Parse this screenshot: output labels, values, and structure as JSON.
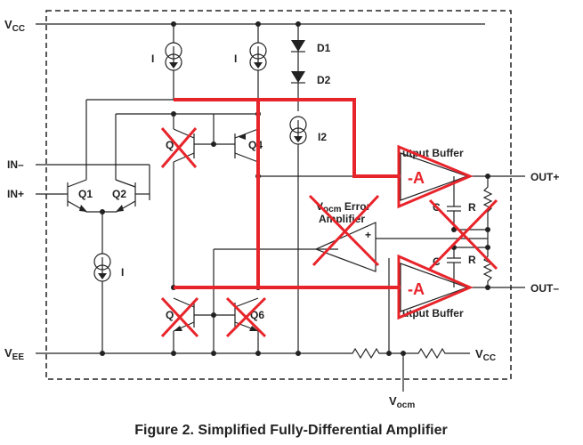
{
  "diagram": {
    "caption": "Figure 2.  Simplified Fully-Differential Amplifier",
    "rails": {
      "vcc_top": "V",
      "vcc_top_sub": "CC",
      "vee": "V",
      "vee_sub": "EE",
      "vcc_right": "V",
      "vcc_right_sub": "CC",
      "vocm": "V",
      "vocm_sub": "ocm"
    },
    "inputs": {
      "in_minus": "IN–",
      "in_plus": "IN+"
    },
    "outputs": {
      "out_plus": "OUT+",
      "out_minus": "OUT–"
    },
    "current_sources": {
      "i_left_top": "I",
      "i_mid_top": "I",
      "i_bottom": "I",
      "i2": "I2"
    },
    "diodes": {
      "d1": "D1",
      "d2": "D2"
    },
    "transistors": {
      "q1": "Q1",
      "q2": "Q2",
      "q3": "Q",
      "q4": "Q4",
      "q5": "Q",
      "q6": "Q6"
    },
    "output_buffers": {
      "top": "utput Buffer",
      "bottom": "utput Buffer",
      "gain_top": "-A",
      "gain_bottom": "-A"
    },
    "error_amp": {
      "line1": "ocm",
      "line1_prefix": "V",
      "line1_suffix": " Error",
      "line2": "Amplifier",
      "plus": "+"
    },
    "passives": {
      "c_top": "C",
      "r_top": "R",
      "c_bottom": "C",
      "r_bottom": "R"
    },
    "colors": {
      "annotation_red": "#e8242b",
      "schematic": "#222222"
    }
  }
}
